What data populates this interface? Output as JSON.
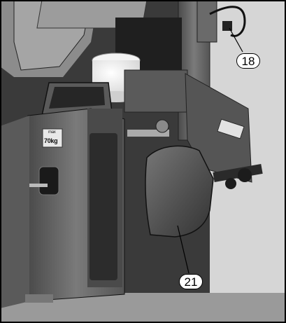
{
  "figure": {
    "callouts": [
      {
        "number": "18"
      },
      {
        "number": "21"
      }
    ],
    "weight_plate": {
      "top_text": "max",
      "value_text": "70kg"
    }
  },
  "colors": {
    "machine_gray": "#6b6b6b",
    "dark_shadow": "#1d1d1d",
    "background_shop": "#3a3a3a",
    "bucket_white": "#ececec",
    "frame_border": "#000000"
  }
}
